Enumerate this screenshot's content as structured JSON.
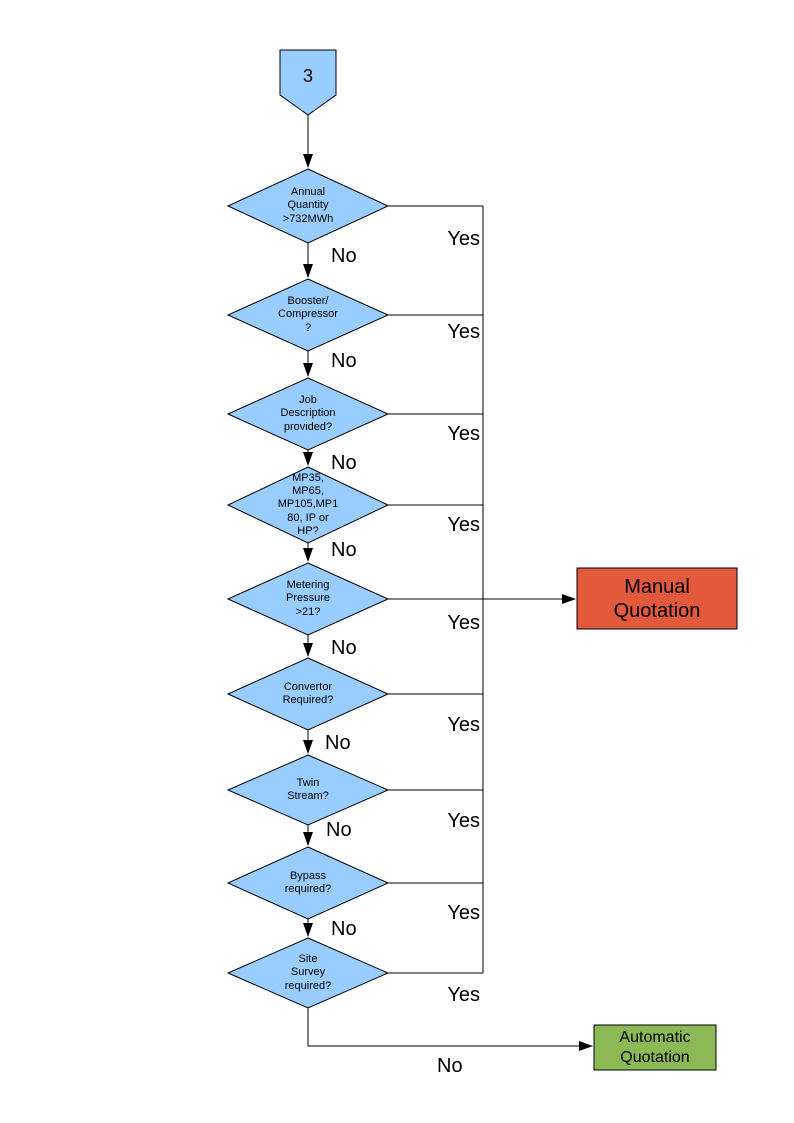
{
  "diagram": {
    "connector": {
      "label": "3"
    },
    "decisions": [
      {
        "id": "annual-quantity",
        "label": "Annual\nQuantity\n>732MWh",
        "yes_label": "Yes",
        "no_label": "No"
      },
      {
        "id": "booster-compressor",
        "label": "Booster/\nCompressor\n?",
        "yes_label": "Yes",
        "no_label": "No"
      },
      {
        "id": "job-description",
        "label": "Job\nDescription\nprovided?",
        "yes_label": "Yes",
        "no_label": "No"
      },
      {
        "id": "meter-type",
        "label": "MP35,\nMP65,\nMP105,MP1\n80, IP or\nHP?",
        "yes_label": "Yes",
        "no_label": "No"
      },
      {
        "id": "metering-pressure",
        "label": "Metering\nPressure\n>21?",
        "yes_label": "Yes",
        "no_label": "No"
      },
      {
        "id": "convertor-required",
        "label": "Convertor\nRequired?",
        "yes_label": "Yes",
        "no_label": "No"
      },
      {
        "id": "twin-stream",
        "label": "Twin\nStream?",
        "yes_label": "Yes",
        "no_label": "No"
      },
      {
        "id": "bypass-required",
        "label": "Bypass\nrequired?",
        "yes_label": "Yes",
        "no_label": "No"
      },
      {
        "id": "site-survey",
        "label": "Site\nSurvey\nrequired?",
        "yes_label": "Yes",
        "no_label": "No"
      }
    ],
    "outcomes": {
      "manual": {
        "label": "Manual\nQuotation"
      },
      "automatic": {
        "label": "Automatic\nQuotation"
      }
    },
    "colors": {
      "decision_fill": "#99CCFF",
      "manual_fill": "#E2593B",
      "automatic_fill": "#8CB955",
      "stroke": "#000000"
    }
  }
}
